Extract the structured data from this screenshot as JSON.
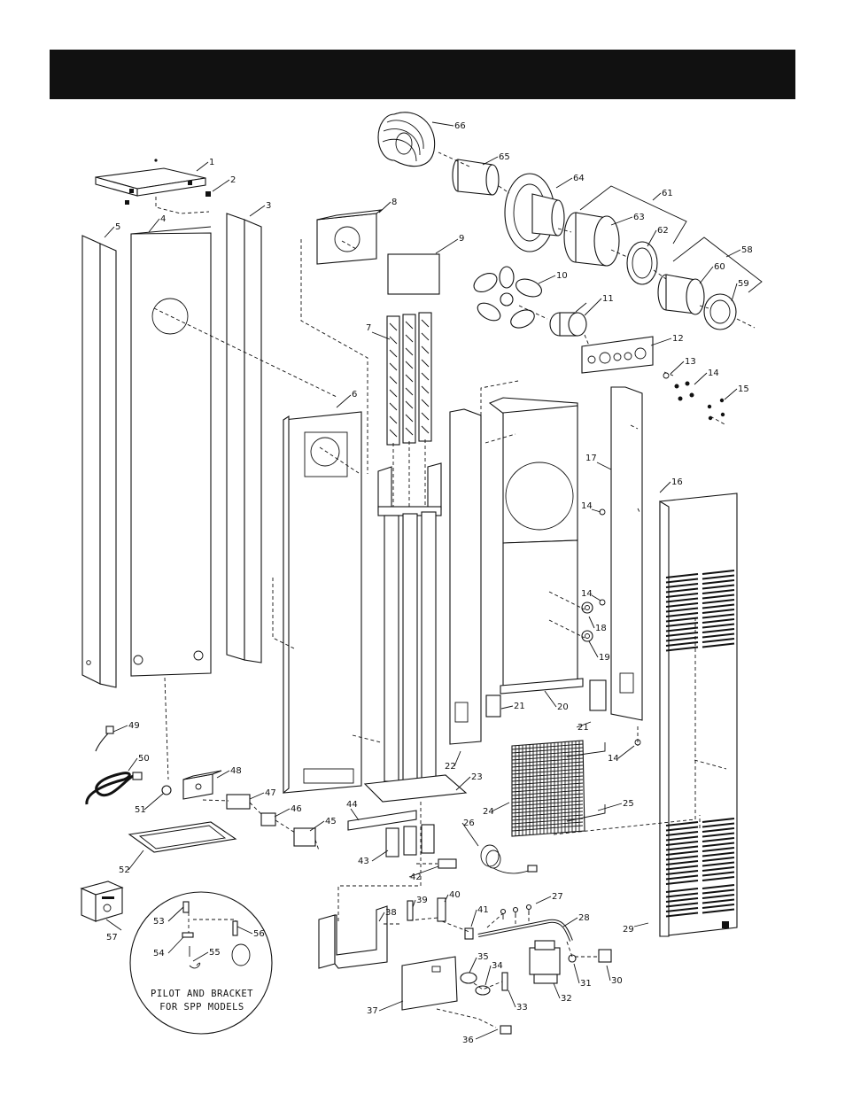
{
  "inset": {
    "caption_line1": "PILOT AND BRACKET",
    "caption_line2": "FOR SPP MODELS"
  },
  "callouts": [
    {
      "id": "1",
      "label": "1"
    },
    {
      "id": "2",
      "label": "2"
    },
    {
      "id": "3",
      "label": "3"
    },
    {
      "id": "4",
      "label": "4"
    },
    {
      "id": "5",
      "label": "5"
    },
    {
      "id": "6",
      "label": "6"
    },
    {
      "id": "7",
      "label": "7"
    },
    {
      "id": "8",
      "label": "8"
    },
    {
      "id": "9",
      "label": "9"
    },
    {
      "id": "10",
      "label": "10"
    },
    {
      "id": "11",
      "label": "11"
    },
    {
      "id": "12",
      "label": "12"
    },
    {
      "id": "13",
      "label": "13"
    },
    {
      "id": "14a",
      "label": "14"
    },
    {
      "id": "15",
      "label": "15"
    },
    {
      "id": "16",
      "label": "16"
    },
    {
      "id": "17",
      "label": "17"
    },
    {
      "id": "14b",
      "label": "14"
    },
    {
      "id": "14c",
      "label": "14"
    },
    {
      "id": "18",
      "label": "18"
    },
    {
      "id": "19",
      "label": "19"
    },
    {
      "id": "20",
      "label": "20"
    },
    {
      "id": "21a",
      "label": "21"
    },
    {
      "id": "21b",
      "label": "21"
    },
    {
      "id": "14d",
      "label": "14"
    },
    {
      "id": "22",
      "label": "22"
    },
    {
      "id": "23",
      "label": "23"
    },
    {
      "id": "24",
      "label": "24"
    },
    {
      "id": "25",
      "label": "25"
    },
    {
      "id": "26",
      "label": "26"
    },
    {
      "id": "27",
      "label": "27"
    },
    {
      "id": "28",
      "label": "28"
    },
    {
      "id": "29",
      "label": "29"
    },
    {
      "id": "30",
      "label": "30"
    },
    {
      "id": "31",
      "label": "31"
    },
    {
      "id": "32",
      "label": "32"
    },
    {
      "id": "33",
      "label": "33"
    },
    {
      "id": "34",
      "label": "34"
    },
    {
      "id": "35",
      "label": "35"
    },
    {
      "id": "36",
      "label": "36"
    },
    {
      "id": "37",
      "label": "37"
    },
    {
      "id": "38",
      "label": "38"
    },
    {
      "id": "39",
      "label": "39"
    },
    {
      "id": "40",
      "label": "40"
    },
    {
      "id": "41",
      "label": "41"
    },
    {
      "id": "42",
      "label": "42"
    },
    {
      "id": "43",
      "label": "43"
    },
    {
      "id": "44",
      "label": "44"
    },
    {
      "id": "45",
      "label": "45"
    },
    {
      "id": "46",
      "label": "46"
    },
    {
      "id": "47",
      "label": "47"
    },
    {
      "id": "48",
      "label": "48"
    },
    {
      "id": "49",
      "label": "49"
    },
    {
      "id": "50",
      "label": "50"
    },
    {
      "id": "51",
      "label": "51"
    },
    {
      "id": "52",
      "label": "52"
    },
    {
      "id": "53",
      "label": "53"
    },
    {
      "id": "54",
      "label": "54"
    },
    {
      "id": "55",
      "label": "55"
    },
    {
      "id": "56",
      "label": "56"
    },
    {
      "id": "57",
      "label": "57"
    },
    {
      "id": "58",
      "label": "58"
    },
    {
      "id": "59",
      "label": "59"
    },
    {
      "id": "60",
      "label": "60"
    },
    {
      "id": "61",
      "label": "61"
    },
    {
      "id": "62",
      "label": "62"
    },
    {
      "id": "63",
      "label": "63"
    },
    {
      "id": "64",
      "label": "64"
    },
    {
      "id": "65",
      "label": "65"
    },
    {
      "id": "66",
      "label": "66"
    }
  ]
}
